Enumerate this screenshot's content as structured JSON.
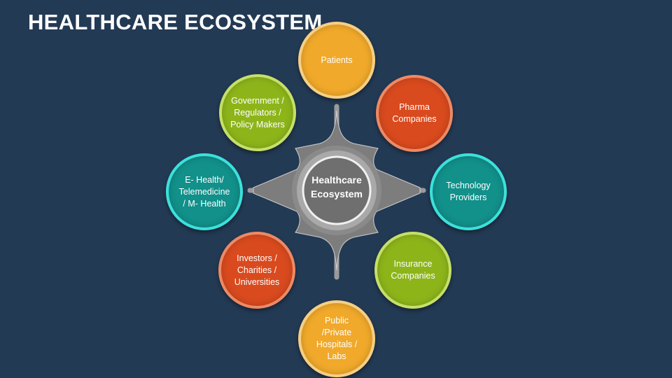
{
  "title": "HEALTHCARE ECOSYSTEM",
  "hub": {
    "label": "Healthcare\nEcosystem"
  },
  "nodes": [
    {
      "label": "Patients",
      "fill": "#F0A92A",
      "border": "#F6CF86"
    },
    {
      "label": "Pharma\nCompanies",
      "fill": "#D94A1E",
      "border": "#EC8A66"
    },
    {
      "label": "Technology\nProviders",
      "fill": "#12908A",
      "border": "#3DE0DC"
    },
    {
      "label": "Insurance\nCompanies",
      "fill": "#8DB51A",
      "border": "#C5E06A"
    },
    {
      "label": "Public\n/Private\nHospitals /\nLabs",
      "fill": "#F0A92A",
      "border": "#F6CF86"
    },
    {
      "label": "Investors /\nCharities /\nUniversities",
      "fill": "#D94A1E",
      "border": "#EC8A66"
    },
    {
      "label": "E- Health/\nTelemedicine\n/ M- Health",
      "fill": "#12908A",
      "border": "#3DE0DC"
    },
    {
      "label": "Government /\nRegulators /\nPolicy Makers",
      "fill": "#8DB51A",
      "border": "#C5E06A"
    }
  ]
}
